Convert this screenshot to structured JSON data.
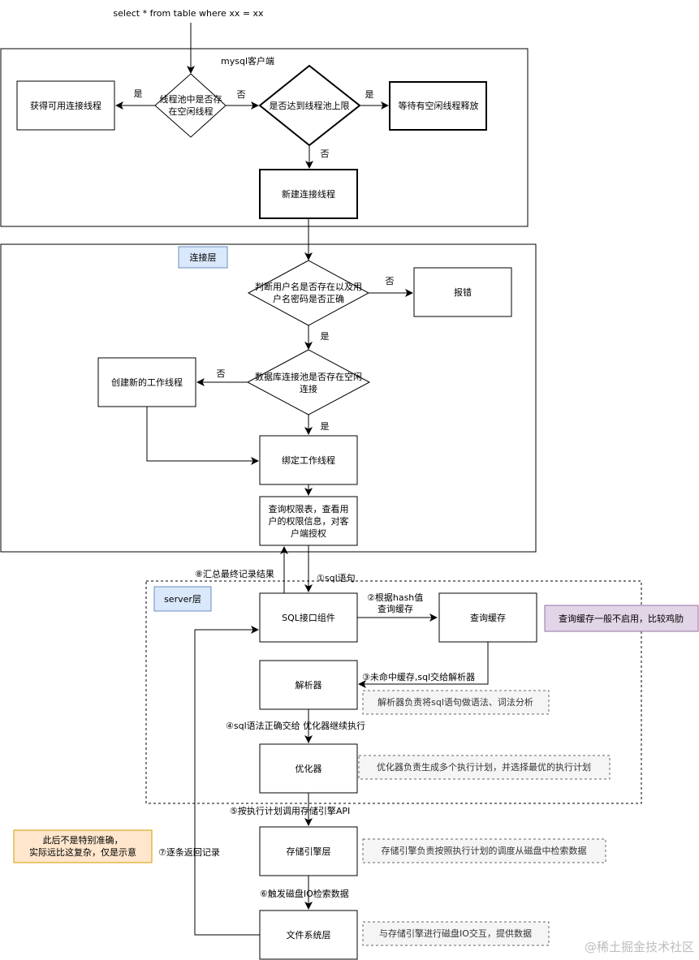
{
  "top_query": "select * from table where xx = xx",
  "client": {
    "label": "mysql客户端",
    "get_thread": "获得可用连接线程",
    "pool_has_idle": [
      "线程池中是否存",
      "在空闲线程"
    ],
    "pool_limit": "是否达到线程池上限",
    "wait_release": "等待有空闲线程释放",
    "new_thread": "新建连接线程",
    "yes_left": "是",
    "no_mid": "否",
    "yes_right": "是",
    "no_down": "否"
  },
  "connection": {
    "label": "连接层",
    "check_auth": [
      "判断用户名是否存在以及用",
      "户名密码是否正确"
    ],
    "error": "报错",
    "db_pool_idle": [
      "数据库连接池是否存在空闲",
      "连接"
    ],
    "create_worker": "创建新的工作线程",
    "bind_worker": "绑定工作线程",
    "query_priv": [
      "查询权限表，查看用",
      "户的权限信息，对客",
      "户端授权"
    ],
    "no_error": "否",
    "yes_down": "是",
    "no_left": "否",
    "yes_bind": "是"
  },
  "server": {
    "label": "server层",
    "sql_interface": "SQL接口组件",
    "query_cache": "查询缓存",
    "cache_note": "查询缓存一般不启用，比较鸡肋",
    "parser": "解析器",
    "parser_note": "解析器负责将sql语句做语法、词法分析",
    "optimizer": "优化器",
    "optimizer_note": "优化器负责生成多个执行计划，并选择最优的执行计划"
  },
  "storage": {
    "engine": "存储引擎层",
    "engine_note": "存储引擎负责按照执行计划的调度从磁盘中检索数据",
    "filesystem": "文件系统层",
    "filesystem_note": "与存储引擎进行磁盘IO交互，提供数据",
    "warning": [
      "此后不是特别准确，",
      "实际远比这复杂，仅是示意"
    ]
  },
  "steps": {
    "s1": "①sql语句",
    "s2": [
      "②根据hash值",
      "查询缓存"
    ],
    "s3": "③未命中缓存,sql交给解析器",
    "s4": "④sql语法正确交给 优化器继续执行",
    "s5": "⑤按执行计划调用存储引擎API",
    "s6": "⑥触发磁盘IO检索数据",
    "s7": "⑦逐条返回记录",
    "s8": "⑧汇总最终记录结果"
  },
  "watermark": "@稀土掘金技术社区",
  "colors": {
    "layer_tag_bg": "#dae8fc",
    "layer_tag_border": "#6c8ebf",
    "cache_note_bg": "#e1d5e7",
    "cache_note_border": "#9673a6",
    "warning_bg": "#ffe6cc",
    "warning_border": "#d79b00",
    "note_bg": "#f5f5f5",
    "note_border": "#666666"
  }
}
